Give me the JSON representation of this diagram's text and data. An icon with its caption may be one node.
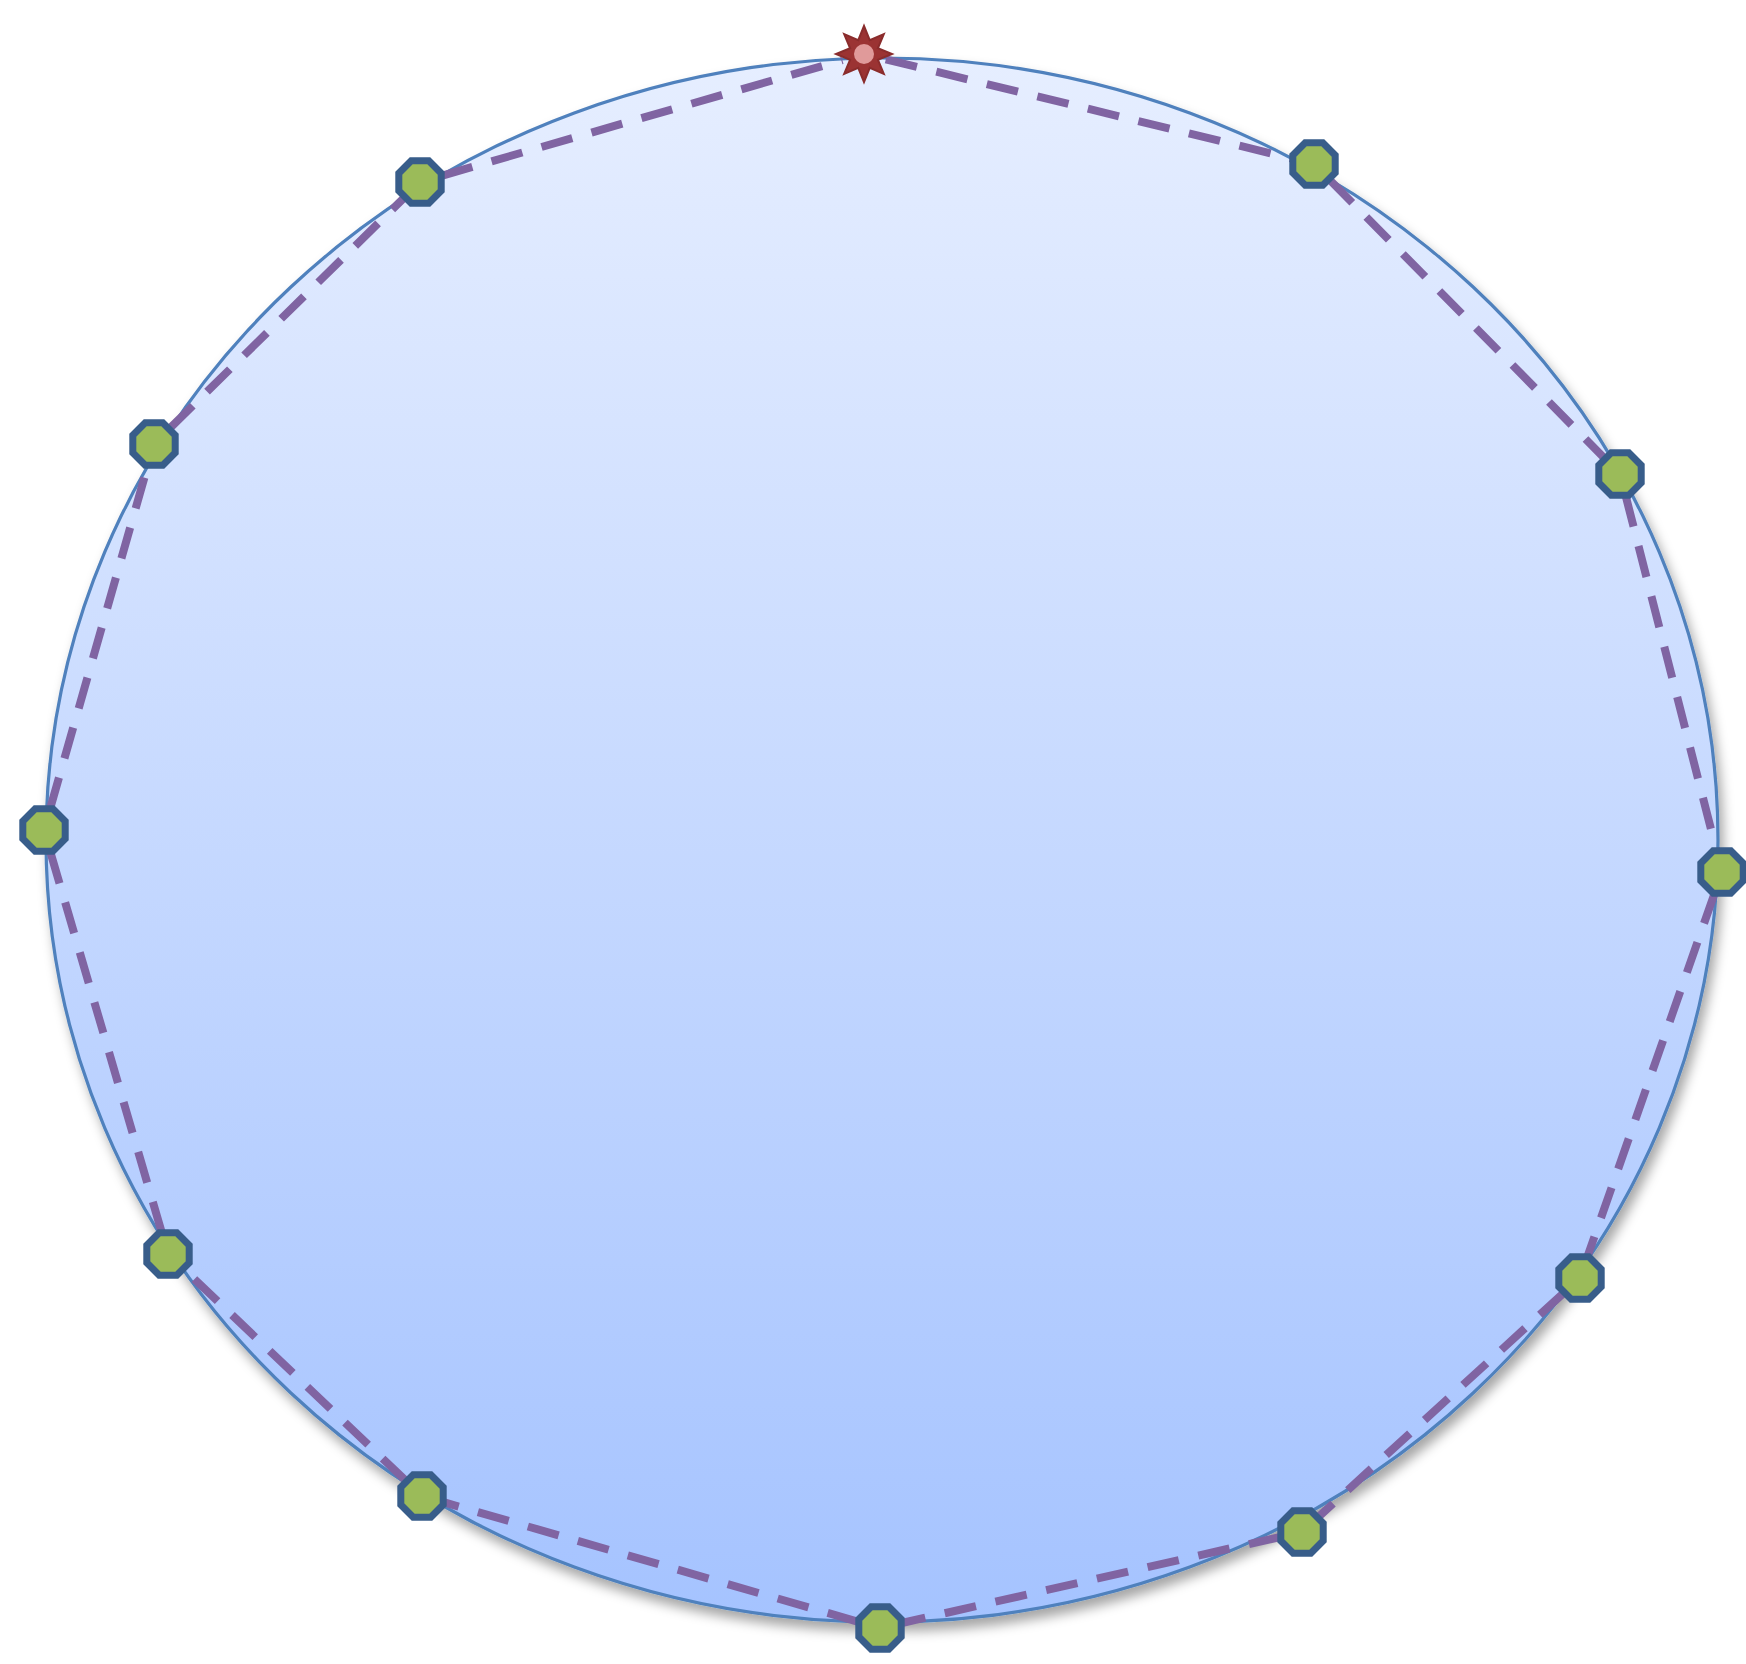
{
  "diagram": {
    "nodes": [
      {
        "text": [],
        "shape": "star"
      },
      {
        "text": [],
        "shape": "octagon"
      },
      {
        "text": [],
        "shape": "octagon"
      },
      {
        "text": [],
        "shape": "octagon"
      },
      {
        "text": [],
        "shape": "octagon"
      },
      {
        "text": [],
        "shape": "octagon"
      },
      {
        "text": [],
        "shape": "octagon"
      },
      {
        "text": [],
        "shape": "octagon"
      },
      {
        "text": [],
        "shape": "octagon"
      },
      {
        "text": [],
        "shape": "octagon"
      },
      {
        "text": [],
        "shape": "octagon"
      },
      {
        "text": [],
        "shape": "octagon"
      }
    ],
    "edges": [
      {
        "from": 0,
        "to": 1,
        "arrow": "none",
        "style": "dashed"
      },
      {
        "from": 1,
        "to": 2,
        "arrow": "none",
        "style": "dashed"
      },
      {
        "from": 2,
        "to": 3,
        "arrow": "none",
        "style": "dashed"
      },
      {
        "from": 3,
        "to": 4,
        "arrow": "none",
        "style": "dashed"
      },
      {
        "from": 4,
        "to": 5,
        "arrow": "none",
        "style": "dashed"
      },
      {
        "from": 5,
        "to": 6,
        "arrow": "none",
        "style": "dashed"
      },
      {
        "from": 6,
        "to": 7,
        "arrow": "none",
        "style": "dashed"
      },
      {
        "from": 7,
        "to": 8,
        "arrow": "none",
        "style": "dashed"
      },
      {
        "from": 8,
        "to": 9,
        "arrow": "none",
        "style": "dashed"
      },
      {
        "from": 9,
        "to": 10,
        "arrow": "none",
        "style": "dashed"
      },
      {
        "from": 10,
        "to": 11,
        "arrow": "none",
        "style": "dashed"
      },
      {
        "from": 11,
        "to": 0,
        "arrow": "none",
        "style": "dashed"
      }
    ]
  }
}
